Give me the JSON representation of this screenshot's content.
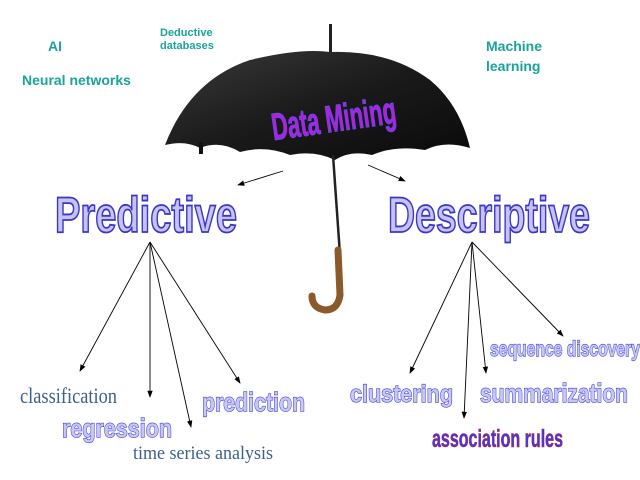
{
  "labels": {
    "ai": "AI",
    "neural_networks": "Neural networks",
    "deductive_databases_line1": "Deductive",
    "deductive_databases_line2": "databases",
    "machine_learning_line1": "Machine",
    "machine_learning_line2": "learning"
  },
  "center": {
    "title": "Data Mining"
  },
  "branches": {
    "predictive": {
      "title": "Predictive",
      "items": [
        "classification",
        "regression",
        "time series analysis",
        "prediction"
      ]
    },
    "descriptive": {
      "title": "Descriptive",
      "items": [
        "clustering",
        "association rules",
        "summarization",
        "sequence discovery"
      ]
    }
  },
  "colors": {
    "teal": "#1aa39a",
    "wordart_fill": "#c9c6f2",
    "wordart_outline": "#3b3fd6",
    "data_mining": "#b21fe0"
  }
}
